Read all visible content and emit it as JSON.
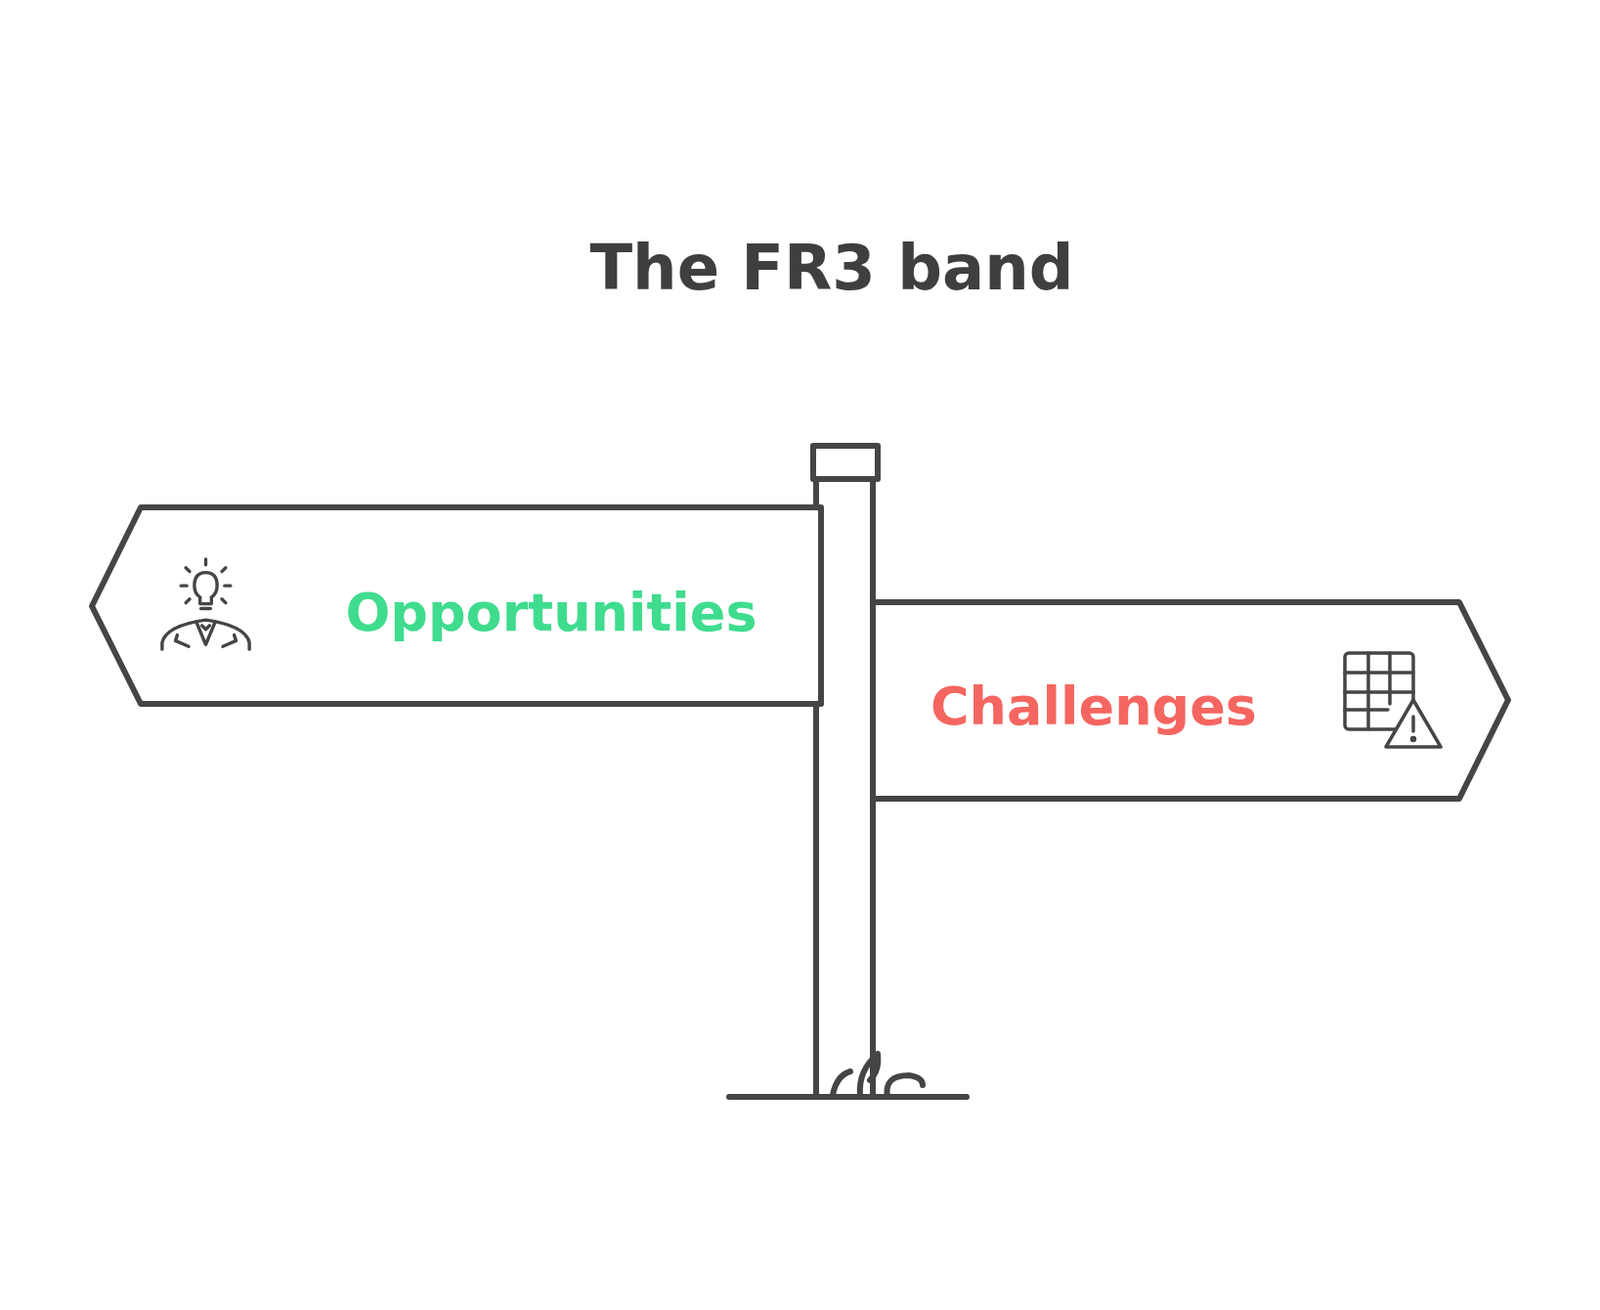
{
  "diagram": {
    "title": "The FR3 band",
    "nodes": [
      {
        "text": [
          "Opportunities"
        ]
      },
      {
        "text": [
          "Challenges"
        ]
      }
    ]
  }
}
